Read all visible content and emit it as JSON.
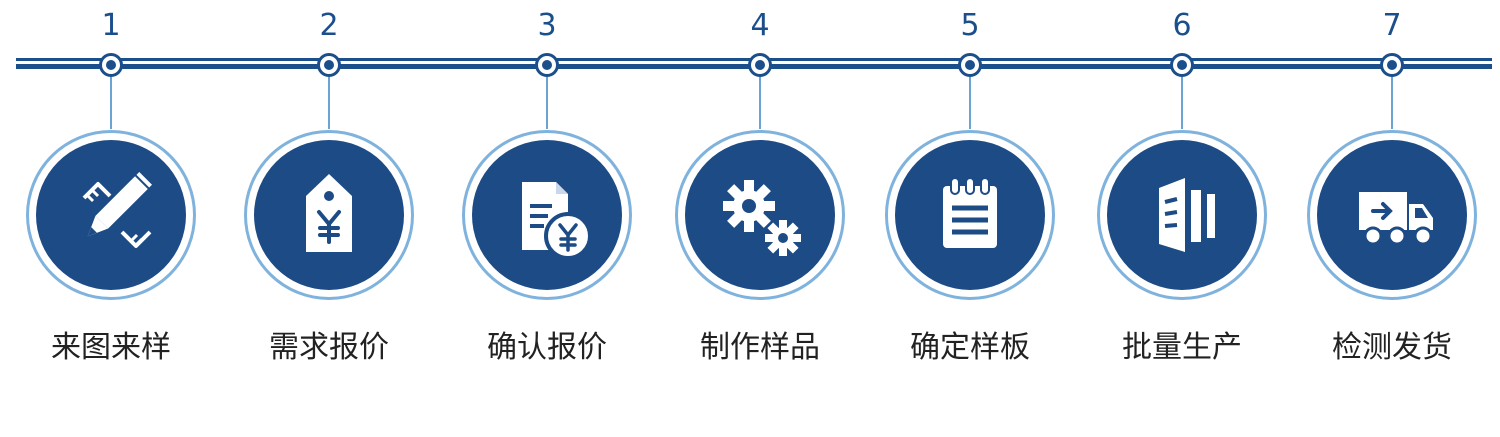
{
  "steps": [
    {
      "number": "1",
      "label": "来图来样",
      "icon": "pencil-ruler-icon"
    },
    {
      "number": "2",
      "label": "需求报价",
      "icon": "price-tag-icon"
    },
    {
      "number": "3",
      "label": "确认报价",
      "icon": "invoice-yen-icon"
    },
    {
      "number": "4",
      "label": "制作样品",
      "icon": "gears-icon"
    },
    {
      "number": "5",
      "label": "确定样板",
      "icon": "notepad-icon"
    },
    {
      "number": "6",
      "label": "批量生产",
      "icon": "batch-sheets-icon"
    },
    {
      "number": "7",
      "label": "检测发货",
      "icon": "delivery-truck-icon"
    }
  ],
  "colors": {
    "line": "#1b4f8c",
    "disc": "#1c4b86",
    "ring": "#7fb3dd",
    "label": "#222222"
  }
}
